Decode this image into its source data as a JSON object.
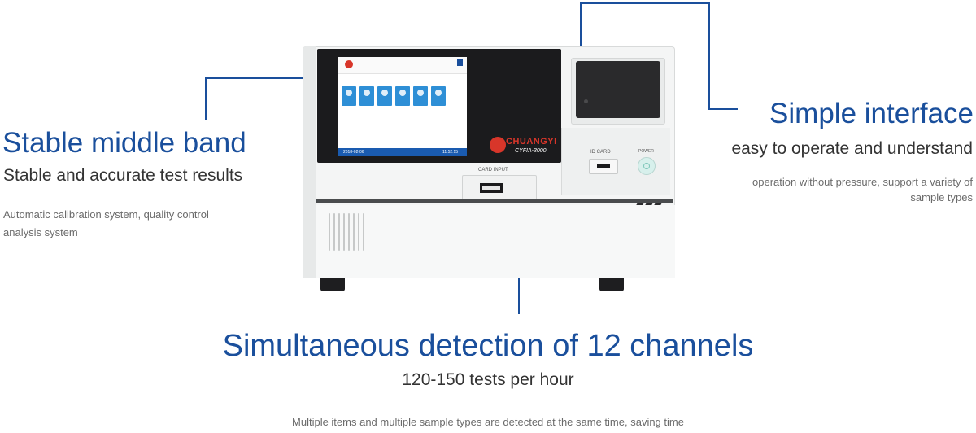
{
  "left": {
    "title": "Stable middle band",
    "subtitle": "Stable and accurate test results",
    "desc": "Automatic calibration system, quality control analysis system"
  },
  "right": {
    "title": "Simple interface",
    "subtitle": "easy to operate and understand",
    "desc": "operation without pressure, support a variety of sample types"
  },
  "bottom": {
    "title": "Simultaneous detection of 12 channels",
    "subtitle": "120-150 tests per hour",
    "desc": "Multiple items and multiple sample types are detected at the same time, saving time"
  },
  "device": {
    "brand": "CHUANGYI",
    "model": "CYFIA-3000",
    "card_input": "CARD INPUT",
    "id_card": "ID CARD",
    "power": "POWER",
    "screen": {
      "date": "2018-02-06",
      "time": "11:52:15"
    }
  },
  "colors": {
    "accent": "#1a4f9c",
    "brand": "#d8362a"
  }
}
